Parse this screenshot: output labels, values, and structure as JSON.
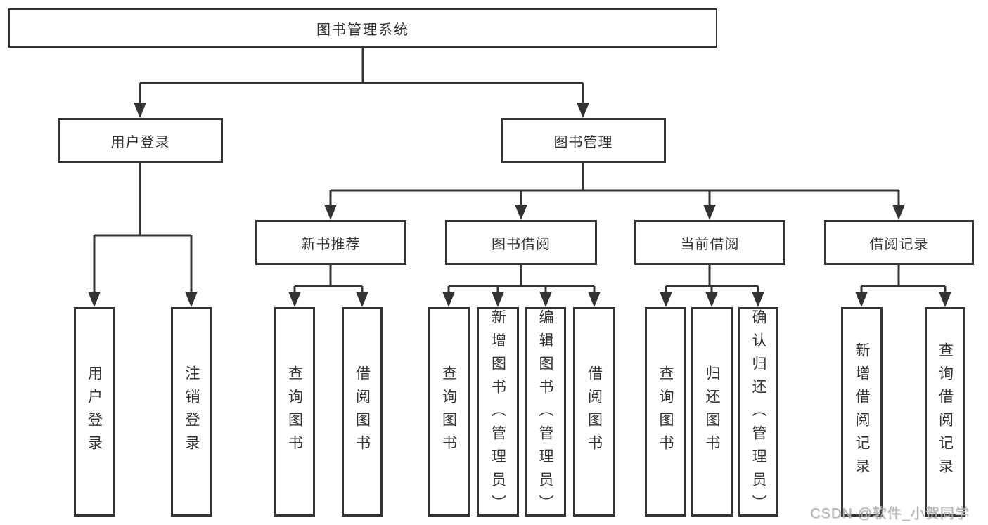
{
  "tree": {
    "title": "图书管理系统",
    "children": [
      {
        "label": "用户登录",
        "children": [
          {
            "label": "用户登录"
          },
          {
            "label": "注销登录"
          }
        ]
      },
      {
        "label": "图书管理",
        "children": [
          {
            "label": "新书推荐",
            "children": [
              {
                "label": "查询图书"
              },
              {
                "label": "借阅图书"
              }
            ]
          },
          {
            "label": "图书借阅",
            "children": [
              {
                "label": "查询图书"
              },
              {
                "label": "新增图书（管理员）"
              },
              {
                "label": "编辑图书（管理员）"
              },
              {
                "label": "借阅图书"
              }
            ]
          },
          {
            "label": "当前借阅",
            "children": [
              {
                "label": "查询图书"
              },
              {
                "label": "归还图书"
              },
              {
                "label": "确认归还（管理员）"
              }
            ]
          },
          {
            "label": "借阅记录",
            "children": [
              {
                "label": "新增借阅记录"
              },
              {
                "label": "查询借阅记录"
              }
            ]
          }
        ]
      }
    ]
  },
  "watermark": {
    "text": "CSDN @软件_小贺同学"
  },
  "colors": {
    "line": "#333333",
    "box_border": "#333333",
    "box_fill": "#ffffff",
    "text": "#333333",
    "watermark": "#b3b3b3"
  }
}
